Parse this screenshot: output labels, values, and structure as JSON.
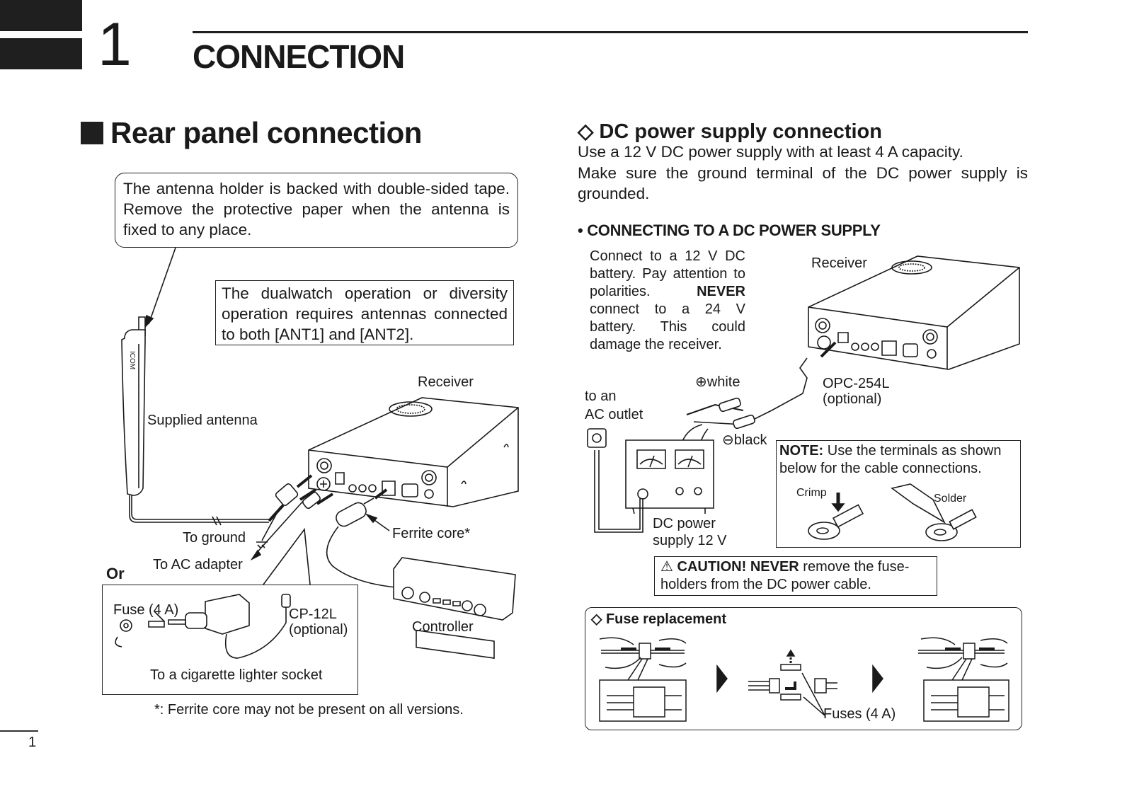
{
  "header": {
    "chapter_number": "1",
    "chapter_title": "CONNECTION"
  },
  "left": {
    "section_title": "Rear panel connection",
    "antenna_holder_note": "The antenna holder is backed with double-sided tape. Remove the protective paper when the antenna is fixed to any place.",
    "dualwatch_note": "The dualwatch operation or diversity operation requires antennas connected to both [ANT1] and [ANT2].",
    "labels": {
      "receiver": "Receiver",
      "supplied_antenna": "Supplied antenna",
      "antenna_brand": "ICOM",
      "to_ground": "To ground",
      "to_ac_adapter": "To AC adapter",
      "ferrite_core": "Ferrite core*",
      "controller": "Controller",
      "or": "Or",
      "fuse": "Fuse (4 A)",
      "cp12l": "CP-12L",
      "cp12l_optional": "(optional)",
      "cigarette": "To a cigarette lighter socket"
    },
    "footnote": "*: Ferrite core may not be present on all versions."
  },
  "right": {
    "dc_title": "DC power supply connection",
    "dc_paragraph_1": "Use a 12 V DC power supply with at least 4 A capacity.",
    "dc_paragraph_2": "Make sure the ground terminal of the DC power supply is grounded.",
    "connecting_heading": "• CONNECTING TO A DC POWER SUPPLY",
    "battery_warning_pre": "Connect to a 12 V DC battery. Pay attention to polarities. ",
    "battery_warning_bold": "NEVER",
    "battery_warning_post": " connect to a 24 V battery. This could damage the receiver.",
    "labels": {
      "receiver": "Receiver",
      "white": "⊕white",
      "black": "⊖black",
      "to_an": "to an",
      "ac_outlet": "AC outlet",
      "opc254l": "OPC-254L",
      "opc254l_optional": "(optional)",
      "dc_power": "DC power",
      "supply_12v": "supply 12 V",
      "crimp": "Crimp",
      "solder": "Solder",
      "fuses": "Fuses (4 A)"
    },
    "note_bold": "NOTE:",
    "note_text": " Use the terminals as shown below for the cable connections.",
    "caution_icon": "⚠",
    "caution_bold": "CAUTION! NEVER",
    "caution_text": " remove the fuse-holders from the DC power cable.",
    "fuse_title": "◇ Fuse replacement"
  },
  "footer": {
    "page_number": "1"
  }
}
